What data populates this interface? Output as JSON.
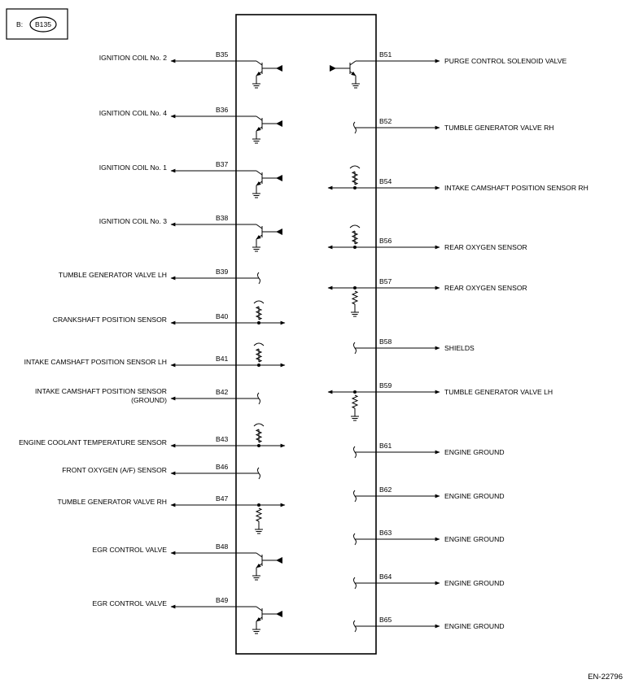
{
  "connector": {
    "prefix": "B:",
    "code": "B135"
  },
  "figure_ref": "EN-22796",
  "left_terminals": [
    {
      "pin": "B35",
      "label": "IGNITION COIL No. 2",
      "dir": "out",
      "sym": "transistor"
    },
    {
      "pin": "B36",
      "label": "IGNITION COIL No. 4",
      "dir": "out",
      "sym": "transistor"
    },
    {
      "pin": "B37",
      "label": "IGNITION COIL No. 1",
      "dir": "out",
      "sym": "transistor"
    },
    {
      "pin": "B38",
      "label": "IGNITION COIL No. 3",
      "dir": "out",
      "sym": "transistor"
    },
    {
      "pin": "B39",
      "label": "TUMBLE GENERATOR VALVE LH",
      "dir": "out",
      "sym": "break"
    },
    {
      "pin": "B40",
      "label": "CRANKSHAFT POSITION SENSOR",
      "dir": "both",
      "sym": "pullup"
    },
    {
      "pin": "B41",
      "label": "INTAKE CAMSHAFT POSITION SENSOR LH",
      "dir": "both",
      "sym": "pullup"
    },
    {
      "pin": "B42",
      "label": [
        "INTAKE CAMSHAFT POSITION SENSOR",
        "(GROUND)"
      ],
      "dir": "out",
      "sym": "break"
    },
    {
      "pin": "B43",
      "label": "ENGINE COOLANT TEMPERATURE SENSOR",
      "dir": "both",
      "sym": "pullup"
    },
    {
      "pin": "B46",
      "label": "FRONT OXYGEN (A/F) SENSOR",
      "dir": "out",
      "sym": "break"
    },
    {
      "pin": "B47",
      "label": "TUMBLE GENERATOR VALVE RH",
      "dir": "both",
      "sym": "pulldown"
    },
    {
      "pin": "B48",
      "label": "EGR CONTROL VALVE",
      "dir": "out",
      "sym": "transistor"
    },
    {
      "pin": "B49",
      "label": "EGR CONTROL VALVE",
      "dir": "out",
      "sym": "transistor"
    }
  ],
  "right_terminals": [
    {
      "pin": "B51",
      "label": "PURGE CONTROL SOLENOID VALVE",
      "dir": "out",
      "sym": "transistor"
    },
    {
      "pin": "B52",
      "label": "TUMBLE GENERATOR VALVE RH",
      "dir": "out",
      "sym": "break"
    },
    {
      "pin": "B54",
      "label": "INTAKE CAMSHAFT POSITION SENSOR RH",
      "dir": "both",
      "sym": "pullup"
    },
    {
      "pin": "B56",
      "label": "REAR OXYGEN SENSOR",
      "dir": "both",
      "sym": "pullup"
    },
    {
      "pin": "B57",
      "label": "REAR OXYGEN SENSOR",
      "dir": "both",
      "sym": "pulldown"
    },
    {
      "pin": "B58",
      "label": "SHIELDS",
      "dir": "out",
      "sym": "break"
    },
    {
      "pin": "B59",
      "label": "TUMBLE GENERATOR VALVE LH",
      "dir": "both",
      "sym": "pulldown"
    },
    {
      "pin": "B61",
      "label": "ENGINE GROUND",
      "dir": "out",
      "sym": "break"
    },
    {
      "pin": "B62",
      "label": "ENGINE GROUND",
      "dir": "out",
      "sym": "break"
    },
    {
      "pin": "B63",
      "label": "ENGINE GROUND",
      "dir": "out",
      "sym": "break"
    },
    {
      "pin": "B64",
      "label": "ENGINE GROUND",
      "dir": "out",
      "sym": "break"
    },
    {
      "pin": "B65",
      "label": "ENGINE GROUND",
      "dir": "out",
      "sym": "break"
    }
  ]
}
